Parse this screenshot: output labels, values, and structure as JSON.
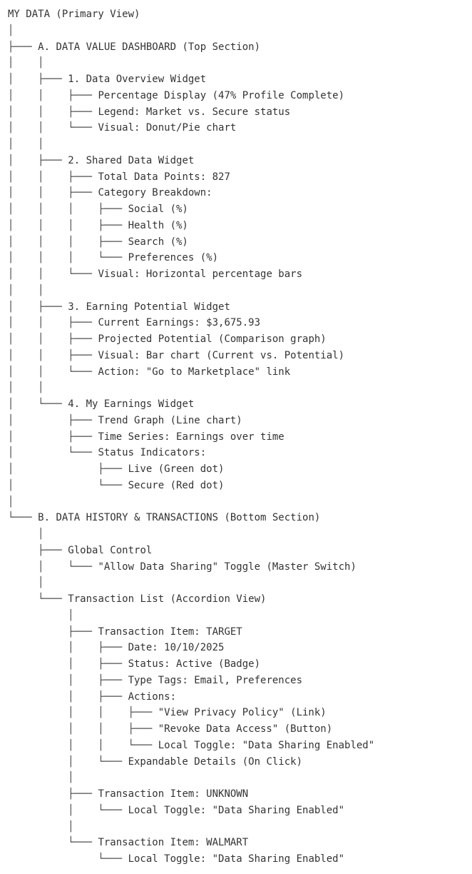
{
  "lines": [
    {
      "prefix": "",
      "text": "MY DATA (Primary View)"
    },
    {
      "prefix": "│",
      "text": ""
    },
    {
      "prefix": "├─── ",
      "text": "A. DATA VALUE DASHBOARD (Top Section)"
    },
    {
      "prefix": "│    │",
      "text": ""
    },
    {
      "prefix": "│    ├─── ",
      "text": "1. Data Overview Widget"
    },
    {
      "prefix": "│    │    ├─── ",
      "text": "Percentage Display (47% Profile Complete)"
    },
    {
      "prefix": "│    │    ├─── ",
      "text": "Legend: Market vs. Secure status"
    },
    {
      "prefix": "│    │    └─── ",
      "text": "Visual: Donut/Pie chart"
    },
    {
      "prefix": "│    │",
      "text": ""
    },
    {
      "prefix": "│    ├─── ",
      "text": "2. Shared Data Widget"
    },
    {
      "prefix": "│    │    ├─── ",
      "text": "Total Data Points: 827"
    },
    {
      "prefix": "│    │    ├─── ",
      "text": "Category Breakdown:"
    },
    {
      "prefix": "│    │    │    ├─── ",
      "text": "Social (%)"
    },
    {
      "prefix": "│    │    │    ├─── ",
      "text": "Health (%)"
    },
    {
      "prefix": "│    │    │    ├─── ",
      "text": "Search (%)"
    },
    {
      "prefix": "│    │    │    └─── ",
      "text": "Preferences (%)"
    },
    {
      "prefix": "│    │    └─── ",
      "text": "Visual: Horizontal percentage bars"
    },
    {
      "prefix": "│    │",
      "text": ""
    },
    {
      "prefix": "│    ├─── ",
      "text": "3. Earning Potential Widget"
    },
    {
      "prefix": "│    │    ├─── ",
      "text": "Current Earnings: $3,675.93"
    },
    {
      "prefix": "│    │    ├─── ",
      "text": "Projected Potential (Comparison graph)"
    },
    {
      "prefix": "│    │    ├─── ",
      "text": "Visual: Bar chart (Current vs. Potential)"
    },
    {
      "prefix": "│    │    └─── ",
      "text": "Action: \"Go to Marketplace\" link"
    },
    {
      "prefix": "│    │",
      "text": ""
    },
    {
      "prefix": "│    └─── ",
      "text": "4. My Earnings Widget"
    },
    {
      "prefix": "│         ├─── ",
      "text": "Trend Graph (Line chart)"
    },
    {
      "prefix": "│         ├─── ",
      "text": "Time Series: Earnings over time"
    },
    {
      "prefix": "│         └─── ",
      "text": "Status Indicators:"
    },
    {
      "prefix": "│              ├─── ",
      "text": "Live (Green dot)"
    },
    {
      "prefix": "│              └─── ",
      "text": "Secure (Red dot)"
    },
    {
      "prefix": "│",
      "text": ""
    },
    {
      "prefix": "└─── ",
      "text": "B. DATA HISTORY & TRANSACTIONS (Bottom Section)"
    },
    {
      "prefix": "     │",
      "text": ""
    },
    {
      "prefix": "     ├─── ",
      "text": "Global Control"
    },
    {
      "prefix": "     │    └─── ",
      "text": "\"Allow Data Sharing\" Toggle (Master Switch)"
    },
    {
      "prefix": "     │",
      "text": ""
    },
    {
      "prefix": "     └─── ",
      "text": "Transaction List (Accordion View)"
    },
    {
      "prefix": "          │",
      "text": ""
    },
    {
      "prefix": "          ├─── ",
      "text": "Transaction Item: TARGET"
    },
    {
      "prefix": "          │    ├─── ",
      "text": "Date: 10/10/2025"
    },
    {
      "prefix": "          │    ├─── ",
      "text": "Status: Active (Badge)"
    },
    {
      "prefix": "          │    ├─── ",
      "text": "Type Tags: Email, Preferences"
    },
    {
      "prefix": "          │    ├─── ",
      "text": "Actions:"
    },
    {
      "prefix": "          │    │    ├─── ",
      "text": "\"View Privacy Policy\" (Link)"
    },
    {
      "prefix": "          │    │    ├─── ",
      "text": "\"Revoke Data Access\" (Button)"
    },
    {
      "prefix": "          │    │    └─── ",
      "text": "Local Toggle: \"Data Sharing Enabled\""
    },
    {
      "prefix": "          │    └─── ",
      "text": "Expandable Details (On Click)"
    },
    {
      "prefix": "          │",
      "text": ""
    },
    {
      "prefix": "          ├─── ",
      "text": "Transaction Item: UNKNOWN"
    },
    {
      "prefix": "          │    └─── ",
      "text": "Local Toggle: \"Data Sharing Enabled\""
    },
    {
      "prefix": "          │",
      "text": ""
    },
    {
      "prefix": "          └─── ",
      "text": "Transaction Item: WALMART"
    },
    {
      "prefix": "               └─── ",
      "text": "Local Toggle: \"Data Sharing Enabled\""
    }
  ]
}
